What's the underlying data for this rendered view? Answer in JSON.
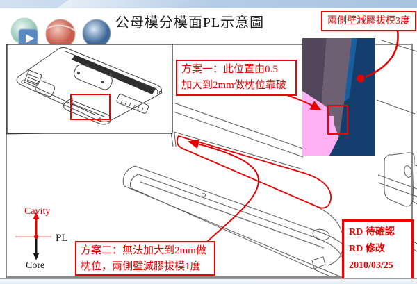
{
  "header": {
    "title": "公母模分模面PL示意圖"
  },
  "annotations": {
    "draft_3deg": {
      "text": "兩側壁減膠拔模3度"
    },
    "plan1": {
      "line1": "方案一：此位置由0.5",
      "line2": "加大到2mm做枕位靠破"
    },
    "plan2": {
      "line1": "方案二：無法加大到2mm做",
      "line2": "枕位，兩側壁減膠拔模1度"
    },
    "rd_note": {
      "line1": "RD 待確認",
      "line2": "RD 修改",
      "date": "2010/03/25"
    }
  },
  "axis": {
    "cavity": "Cavity",
    "pl": "PL",
    "core": "Core"
  },
  "icons": [
    "play-button-icon",
    "globe-icon-green",
    "globe-icon-red",
    "globe-icon-blue"
  ],
  "colors": {
    "annotation_red": "#e60000",
    "detail_pink": "#ffb0f5",
    "detail_purple_dark": "#52465a",
    "detail_purple_light": "#6e5f73",
    "detail_navy": "#133e6e",
    "detail_blue_sliver": "#1b5e9e",
    "topbar_blue": "#b9cfe8",
    "line_gray": "#5a5a5a"
  }
}
